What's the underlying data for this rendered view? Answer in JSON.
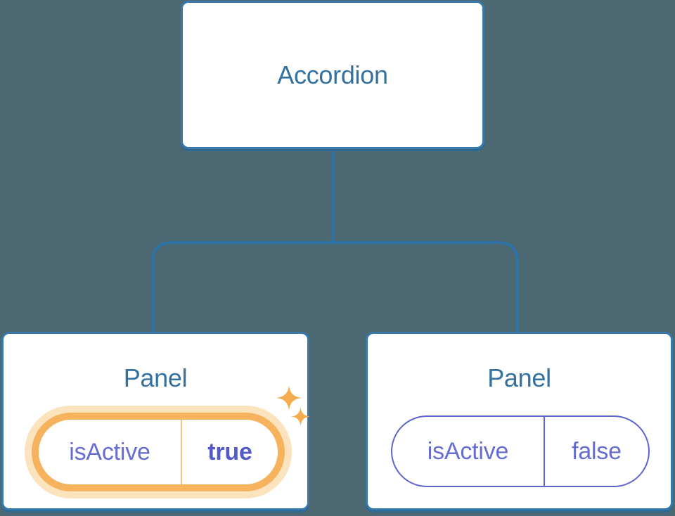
{
  "diagram": {
    "description": "Component tree diagram: an Accordion parent node connected to two Panel child nodes, each holding an isActive state pill; the first Panel's state (true) is highlighted in orange with sparkles.",
    "background_color": "#4C6873",
    "root": {
      "label": "Accordion"
    },
    "panels": [
      {
        "title": "Panel",
        "state_label": "isActive",
        "state_value": "true",
        "active": true,
        "highlighted": true,
        "sparkles": "two orange four-point sparkles"
      },
      {
        "title": "Panel",
        "state_label": "isActive",
        "state_value": "false",
        "active": false,
        "highlighted": false
      }
    ],
    "colors": {
      "node_fill": "#FFFFFF",
      "node_border": "#3879AB",
      "node_shadow": "#2E6993",
      "node_text": "#35719F",
      "connector_line": "#2E73A5",
      "state_text": "#666DD2",
      "state_value_active_text": "#5459C9",
      "state_border_inactive": "#5F65CF",
      "highlight_border": "#F6B25C",
      "highlight_glow": "#FAE3BD",
      "highlight_divider": "#F5C57F",
      "sparkle": "#F5AC4D"
    }
  }
}
